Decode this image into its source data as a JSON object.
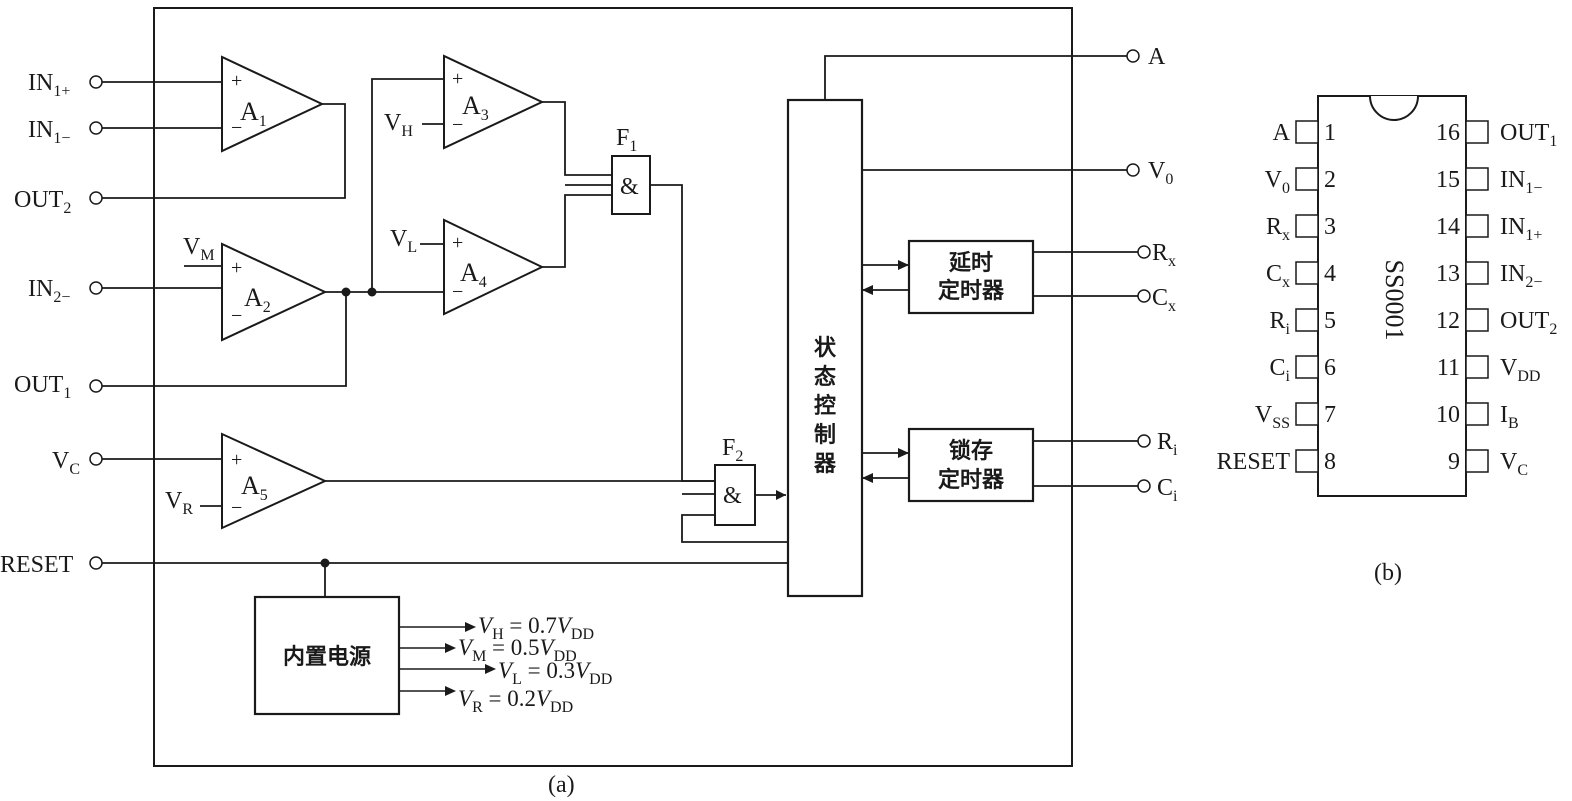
{
  "panel_a": {
    "caption": "(a)",
    "inputs": {
      "in1p": {
        "main": "IN",
        "sub": "1+"
      },
      "in1m": {
        "main": "IN",
        "sub": "1−"
      },
      "out2": {
        "main": "OUT",
        "sub": "2"
      },
      "vm": {
        "main": "V",
        "sub": "M"
      },
      "in2m": {
        "main": "IN",
        "sub": "2−"
      },
      "out1": {
        "main": "OUT",
        "sub": "1"
      },
      "vc": {
        "main": "V",
        "sub": "C"
      },
      "vr": {
        "main": "V",
        "sub": "R"
      },
      "reset": "RESET",
      "vh": {
        "main": "V",
        "sub": "H"
      },
      "vl": {
        "main": "V",
        "sub": "L"
      }
    },
    "comparators": {
      "a1": {
        "main": "A",
        "sub": "1"
      },
      "a2": {
        "main": "A",
        "sub": "2"
      },
      "a3": {
        "main": "A",
        "sub": "3"
      },
      "a4": {
        "main": "A",
        "sub": "4"
      },
      "a5": {
        "main": "A",
        "sub": "5"
      },
      "plus": "+",
      "minus": "−"
    },
    "gates": {
      "f1": {
        "main": "F",
        "sub": "1",
        "symbol": "&"
      },
      "f2": {
        "main": "F",
        "sub": "2",
        "symbol": "&"
      }
    },
    "state_controller": [
      "状",
      "态",
      "控",
      "制",
      "器"
    ],
    "delay_timer": [
      "延时",
      "定时器"
    ],
    "latch_timer": [
      "锁存",
      "定时器"
    ],
    "power_supply": "内置电源",
    "voltages": [
      {
        "v": "V",
        "sub": "H",
        "eq": " = 0.7",
        "vdd": "V",
        "vdd_sub": "DD"
      },
      {
        "v": "V",
        "sub": "M",
        "eq": " = 0.5",
        "vdd": "V",
        "vdd_sub": "DD"
      },
      {
        "v": "V",
        "sub": "L",
        "eq": " = 0.3",
        "vdd": "V",
        "vdd_sub": "DD"
      },
      {
        "v": "V",
        "sub": "R",
        "eq": " = 0.2",
        "vdd": "V",
        "vdd_sub": "DD"
      }
    ],
    "outputs": {
      "a": {
        "main": "A",
        "sub": ""
      },
      "v0": {
        "main": "V",
        "sub": "0"
      },
      "rx": {
        "main": "R",
        "sub": "x"
      },
      "cx": {
        "main": "C",
        "sub": "x"
      },
      "ri": {
        "main": "R",
        "sub": "i"
      },
      "ci": {
        "main": "C",
        "sub": "i"
      }
    }
  },
  "panel_b": {
    "caption": "(b)",
    "chip_name": "SS0001",
    "left_pins": [
      {
        "num": "1",
        "main": "A",
        "sub": ""
      },
      {
        "num": "2",
        "main": "V",
        "sub": "0"
      },
      {
        "num": "3",
        "main": "R",
        "sub": "x"
      },
      {
        "num": "4",
        "main": "C",
        "sub": "x"
      },
      {
        "num": "5",
        "main": "R",
        "sub": "i"
      },
      {
        "num": "6",
        "main": "C",
        "sub": "i"
      },
      {
        "num": "7",
        "main": "V",
        "sub": "SS"
      },
      {
        "num": "8",
        "main": "RESET",
        "sub": ""
      }
    ],
    "right_pins": [
      {
        "num": "16",
        "main": "OUT",
        "sub": "1"
      },
      {
        "num": "15",
        "main": "IN",
        "sub": "1−"
      },
      {
        "num": "14",
        "main": "IN",
        "sub": "1+"
      },
      {
        "num": "13",
        "main": "IN",
        "sub": "2−"
      },
      {
        "num": "12",
        "main": "OUT",
        "sub": "2"
      },
      {
        "num": "11",
        "main": "V",
        "sub": "DD"
      },
      {
        "num": "10",
        "main": "I",
        "sub": "B"
      },
      {
        "num": "9",
        "main": "V",
        "sub": "C"
      }
    ]
  }
}
